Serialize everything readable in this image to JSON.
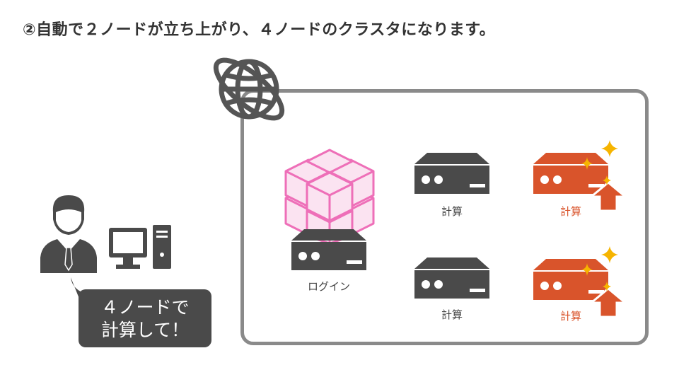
{
  "title": "②自動で２ノードが立ち上がり、４ノードのクラスタになります。",
  "colors": {
    "server_existing": "#4a4a4a",
    "server_new": "#d9542b",
    "cube_outline": "#ee6fb8",
    "cube_fill": "#fbe3f1",
    "sparkle": "#f6b400",
    "frame": "#8a8a8a"
  },
  "icons": {
    "globe": "globe-icon",
    "user": "business-person-icon",
    "computer": "desktop-computer-icon",
    "cubes": "container-blocks-icon",
    "server": "server-icon",
    "sparkle": "sparkle-icon",
    "arrow": "up-arrow-icon"
  },
  "nodes": {
    "login": {
      "label": "ログイン"
    },
    "compute_top": {
      "label": "計算"
    },
    "compute_bottom": {
      "label": "計算"
    },
    "new_top": {
      "label": "計算"
    },
    "new_bottom": {
      "label": "計算"
    }
  },
  "bubble": {
    "text": "４ノードで\n計算して！"
  }
}
